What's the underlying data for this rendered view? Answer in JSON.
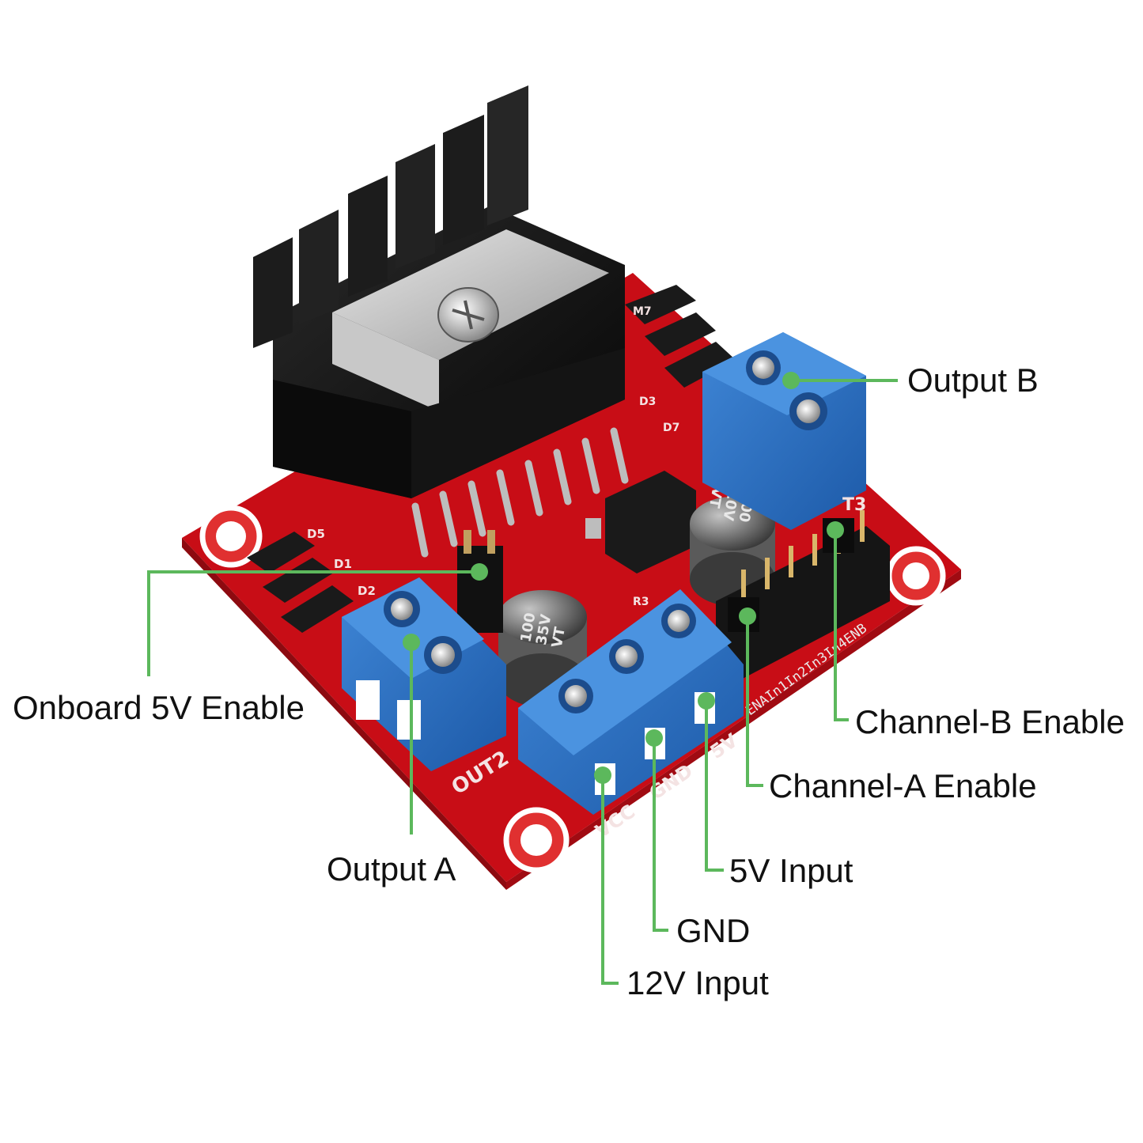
{
  "labels": {
    "output_b": "Output B",
    "onboard_5v_enable": "Onboard 5V Enable",
    "channel_b_enable": "Channel-B Enable",
    "channel_a_enable": "Channel-A Enable",
    "output_a": "Output A",
    "five_v_input": "5V Input",
    "gnd": "GND",
    "twelve_v_input": "12V Input"
  },
  "silkscreen": {
    "out2": "OUT2",
    "out3": "T3",
    "vcc": "VCC",
    "gnd": "GND",
    "five_v": "5V",
    "d5": "D5",
    "d1": "D1",
    "d2": "D2",
    "d3": "D3",
    "d7": "D7",
    "r3": "R3",
    "m7": "M7",
    "header_pins": "ENAIn1In2In3In4ENB"
  },
  "capacitors": {
    "left": {
      "line1": "100",
      "line2": "35V",
      "line3": "VT"
    },
    "right": {
      "line1": "100",
      "line2": "10V",
      "line3": "VT"
    }
  },
  "colors": {
    "pcb_red": "#d8101a",
    "terminal_blue": "#2a6fc0",
    "heatsink_black": "#111111",
    "callout_green": "#5cb85c",
    "label_text": "#111111"
  }
}
